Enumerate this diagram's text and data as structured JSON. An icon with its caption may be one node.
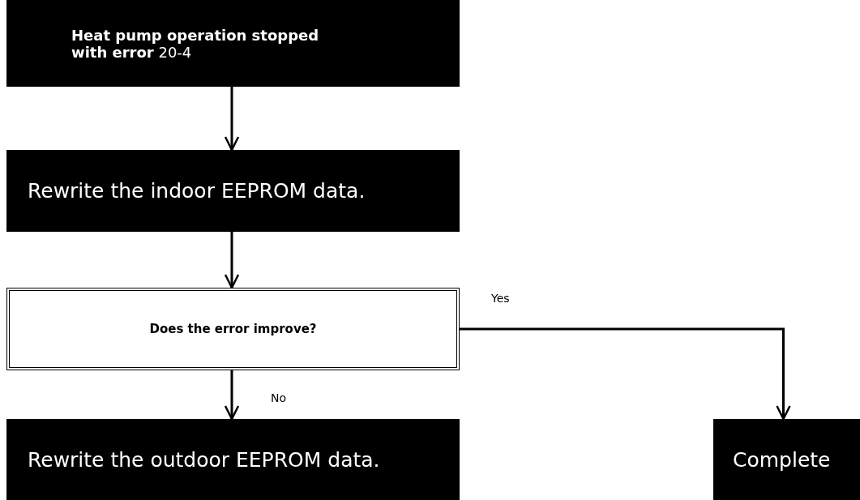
{
  "diagram": {
    "nodes": [
      {
        "text": [
          "**Heat pump operation stopped with error** 20-4"
        ]
      },
      {
        "text": [
          "Rewrite the indoor EEPROM data."
        ]
      },
      {
        "text": [
          "Does the error improve?"
        ]
      },
      {
        "text": [
          "Rewrite the outdoor EEPROM data."
        ]
      },
      {
        "text": [
          "Complete"
        ]
      }
    ],
    "edges": [
      {
        "from": 0,
        "to": 1,
        "arrow": "to"
      },
      {
        "from": 1,
        "to": 2,
        "arrow": "to"
      },
      {
        "from": 2,
        "to": 3,
        "arrow": "to",
        "label": "No"
      },
      {
        "from": 2,
        "to": 4,
        "arrow": "to",
        "label": "Yes"
      }
    ]
  }
}
